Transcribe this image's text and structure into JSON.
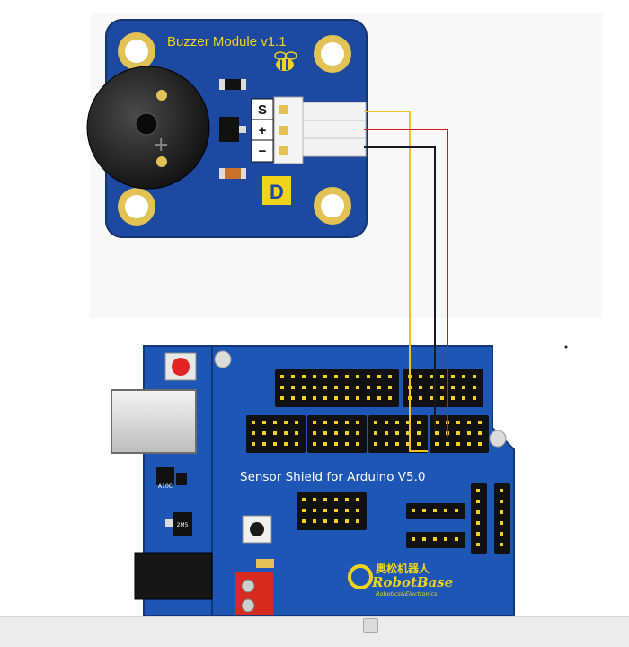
{
  "buzzer_module": {
    "title": "Buzzer Module v1.1",
    "pins": [
      "S",
      "+",
      "−"
    ],
    "buzzer_mark": "+",
    "logo_letter": "D"
  },
  "shield": {
    "title": "Sensor Shield for Arduino V5.0",
    "regulator_label": "A10C",
    "chip_label": "2M5",
    "brand_cn": "奥松机器人",
    "brand": "RobotBase",
    "brand_tagline": "Robotics&Electronics"
  },
  "wires": [
    {
      "signal": "S",
      "color": "#f2c21b"
    },
    {
      "signal": "+",
      "color": "#d01818"
    },
    {
      "signal": "−",
      "color": "#1a1a1a"
    }
  ],
  "colors": {
    "module_pcb": "#1d4aa0",
    "shield_pcb": "#1d56b5",
    "header": "#111111",
    "pin": "#f2d31b",
    "gold": "#e3c255"
  }
}
